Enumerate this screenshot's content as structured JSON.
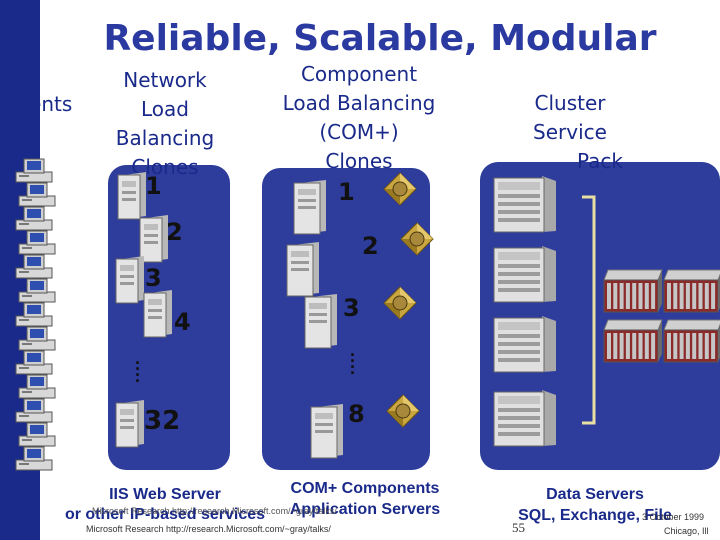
{
  "slide": {
    "title": "Reliable, Scalable, Modular",
    "labels": {
      "clients": "Clients",
      "nlb": [
        "Network",
        "Load",
        "Balancing",
        "Clones"
      ],
      "clb": [
        "Component",
        "Load Balancing",
        "(COM+)",
        "Clones"
      ],
      "cluster": [
        "Cluster",
        "Service",
        "Pack"
      ]
    },
    "nlb_numbers": [
      "1",
      "2",
      "3",
      "4",
      "32"
    ],
    "com_numbers": [
      "1",
      "2",
      "3",
      "8"
    ],
    "captions": {
      "iis": [
        "IIS Web Server",
        "or other IP-based services"
      ],
      "com": [
        "COM+ Components",
        "Application Servers"
      ],
      "data": [
        "Data Servers",
        "SQL, Exchange, File"
      ]
    },
    "footer": {
      "left": "Microsoft Research http://research.Microsoft.com/~gray/talks/",
      "overlap": "Microsoft Research http://research.Microsoft.com/~gray/talks/",
      "page": "55",
      "date": "3 October 1999",
      "place": "Chicago, Ill"
    },
    "colors": {
      "accent": "#2a3aa0",
      "panel": "#2e3c9c",
      "sidebar": "#1a2a8a"
    },
    "icons": [
      "desktop-computer-icon",
      "tower-server-icon",
      "com-component-icon",
      "rack-server-icon",
      "storage-array-icon"
    ]
  }
}
